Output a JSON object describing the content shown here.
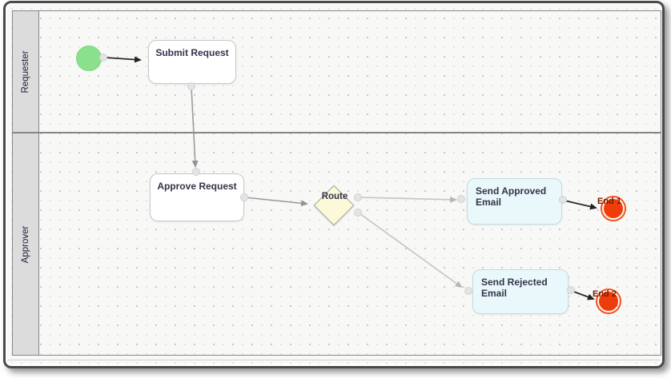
{
  "lanes": [
    {
      "label": "Requester"
    },
    {
      "label": "Approver"
    }
  ],
  "nodes": {
    "start_event": {
      "type": "start-event"
    },
    "submit_request": {
      "label": "Submit Request"
    },
    "approve_request": {
      "label": "Approve Request"
    },
    "route_gateway": {
      "label": "Route"
    },
    "send_approved_email": {
      "label": "Send Approved Email"
    },
    "send_rejected_email": {
      "label": "Send Rejected Email"
    },
    "end_1": {
      "label": "End 1"
    },
    "end_2": {
      "label": "End 2"
    }
  },
  "flows": [
    {
      "from": "start_event",
      "to": "submit_request"
    },
    {
      "from": "submit_request",
      "to": "approve_request"
    },
    {
      "from": "approve_request",
      "to": "route_gateway"
    },
    {
      "from": "route_gateway",
      "to": "send_approved_email"
    },
    {
      "from": "route_gateway",
      "to": "send_rejected_email"
    },
    {
      "from": "send_approved_email",
      "to": "end_1"
    },
    {
      "from": "send_rejected_email",
      "to": "end_2"
    }
  ],
  "colors": {
    "start_event_fill": "#8BE08B",
    "end_event_fill": "#EE3D0B",
    "end_event_ring": "#F1551F",
    "end_label_text": "#7A1A00",
    "gateway_fill": "#FBF9D8",
    "task_fill": "#FFFFFF",
    "email_task_fill": "#E9F8FB",
    "lane_header_fill": "#DCDCDC",
    "node_label_text": "#33334A"
  }
}
